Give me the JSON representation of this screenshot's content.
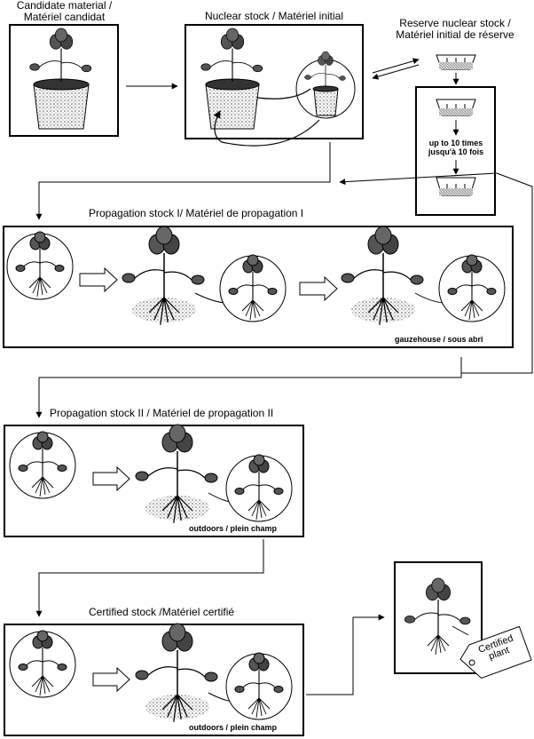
{
  "stages": {
    "candidate": {
      "line1": "Candidate material /",
      "line2": "Matériel candidat"
    },
    "nuclear": {
      "title": "Nuclear stock / Matériel initial"
    },
    "reserve": {
      "line1": "Reserve nuclear stock /",
      "line2": "Matériel initial de réserve",
      "repeat1": "up to 10 times",
      "repeat2": "jusqu'à 10 fois"
    },
    "propagation1": {
      "title": "Propagation stock I/ Matériel de propagation I",
      "env": "gauzehouse / sous abri"
    },
    "propagation2": {
      "title": "Propagation stock II / Matériel de propagation II",
      "env": "outdoors / plein champ"
    },
    "certified": {
      "title": "Certified stock /Matériel certifié",
      "env": "outdoors / plein champ"
    },
    "certified_plant": {
      "tag1": "Certified",
      "tag2": "plant"
    }
  }
}
